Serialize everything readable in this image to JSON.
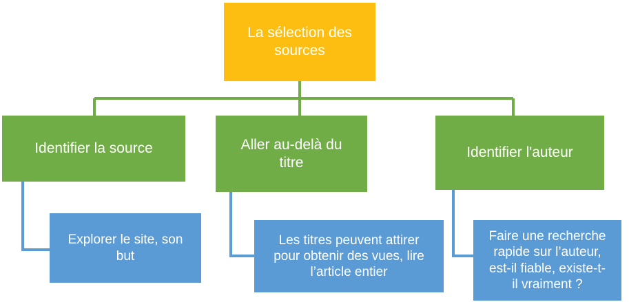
{
  "diagram": {
    "type": "tree-hierarchy",
    "title": "La sélection des sources",
    "background_color": "#ffffff",
    "colors": {
      "root": "#febd11",
      "branch": "#71ad47",
      "leaf": "#5b9bd5",
      "text": "#ffffff",
      "connector_level1": "#71ad47",
      "connector_level2": "#5b9bd5"
    },
    "root": {
      "label": "La sélection des\nsources"
    },
    "branches": [
      {
        "label": "Identifier la source",
        "child": {
          "label": "Explorer le site, son\nbut"
        }
      },
      {
        "label": "Aller au-delà du\ntitre",
        "child": {
          "label": "Les titres peuvent attirer\npour obtenir des vues, lire\nl’article entier"
        }
      },
      {
        "label": "Identifier l'auteur",
        "child": {
          "label": "Faire une recherche\nrapide sur l’auteur,\nest-il fiable, existe-t-\nil vraiment ?"
        }
      }
    ]
  }
}
